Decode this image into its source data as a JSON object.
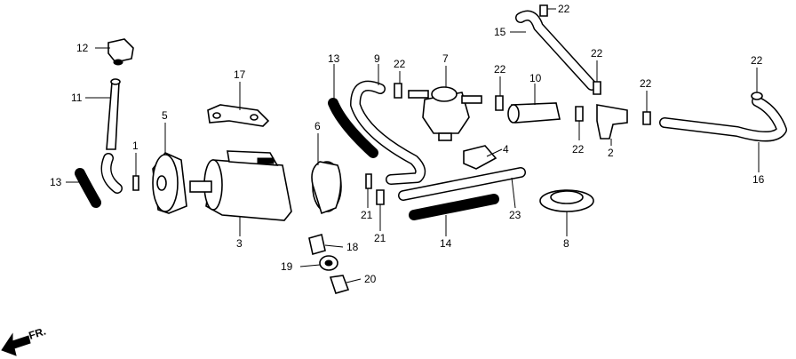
{
  "labels": {
    "p1": "1",
    "p2": "2",
    "p3": "3",
    "p4": "4",
    "p5": "5",
    "p6": "6",
    "p7": "7",
    "p8": "8",
    "p9": "9",
    "p10": "10",
    "p11": "11",
    "p12": "12",
    "p13a": "13",
    "p13b": "13",
    "p14": "14",
    "p15": "15",
    "p16": "16",
    "p17": "17",
    "p18": "18",
    "p19": "19",
    "p20": "20",
    "p21a": "21",
    "p21b": "21",
    "p22a": "22",
    "p22b": "22",
    "p22c": "22",
    "p22d": "22",
    "p22e": "22",
    "p22f": "22",
    "p22g": "22",
    "p23": "23"
  },
  "direction_label": "FR."
}
